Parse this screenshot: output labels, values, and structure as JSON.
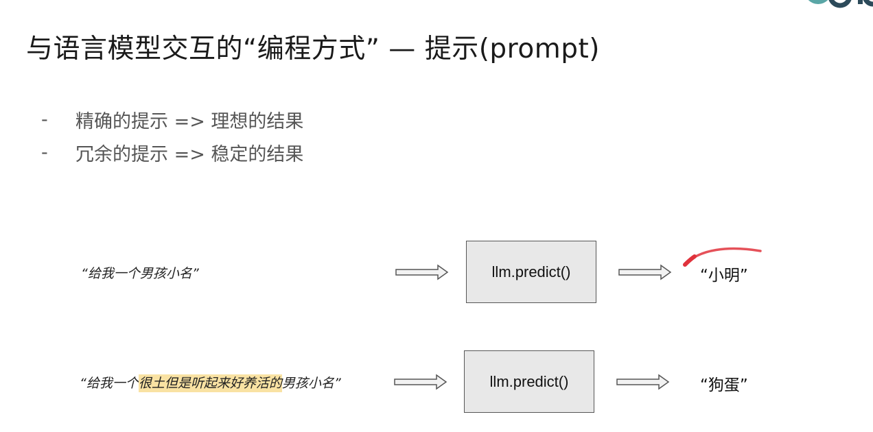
{
  "slide": {
    "title": "与语言模型交互的“编程方式” — 提示(prompt)",
    "bullets": [
      {
        "marker": "-",
        "text": "精确的提示 => 理想的结果"
      },
      {
        "marker": "-",
        "text": "冗余的提示 => 稳定的结果"
      }
    ]
  },
  "examples": [
    {
      "prompt_open": "“给我一个男孩小名”",
      "function": "llm.predict()",
      "result": "“小明”"
    },
    {
      "prompt_prefix": "“给我一个",
      "prompt_highlight": "很土但是听起来好养活的",
      "prompt_suffix": "男孩小名”",
      "function": "llm.predict()",
      "result": "“狗蛋”"
    }
  ],
  "colors": {
    "highlight": "#f9e2a3",
    "annotation_stroke": "#e0323c",
    "box_fill": "#e8e8e8",
    "logo_accent": "#5aa6a6"
  },
  "icons": {
    "arrow": "right-arrow-icon",
    "logo": "brand-logo-icon"
  }
}
